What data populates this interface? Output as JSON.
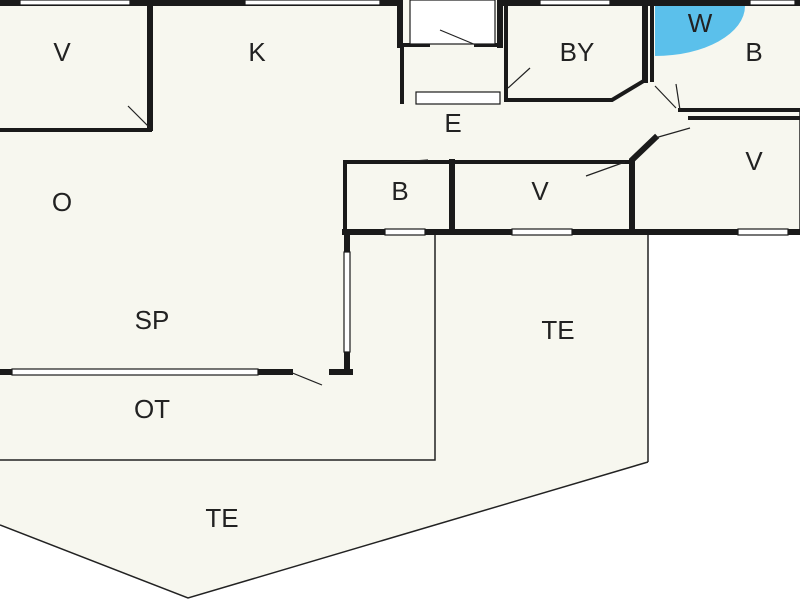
{
  "colors": {
    "background": "#ffffff",
    "floor": "#f7f7ef",
    "wall": "#1a1a1a",
    "highlight": "#5bc0eb"
  },
  "rooms": [
    {
      "id": "v-top-left",
      "label": "V"
    },
    {
      "id": "k",
      "label": "K"
    },
    {
      "id": "by",
      "label": "BY"
    },
    {
      "id": "w",
      "label": "W"
    },
    {
      "id": "b-top-right",
      "label": "B"
    },
    {
      "id": "e",
      "label": "E"
    },
    {
      "id": "v-right",
      "label": "V"
    },
    {
      "id": "o",
      "label": "O"
    },
    {
      "id": "b-small",
      "label": "B"
    },
    {
      "id": "v-middle",
      "label": "V"
    },
    {
      "id": "sp",
      "label": "SP"
    },
    {
      "id": "te-right",
      "label": "TE"
    },
    {
      "id": "ot",
      "label": "OT"
    },
    {
      "id": "te-bottom",
      "label": "TE"
    }
  ]
}
